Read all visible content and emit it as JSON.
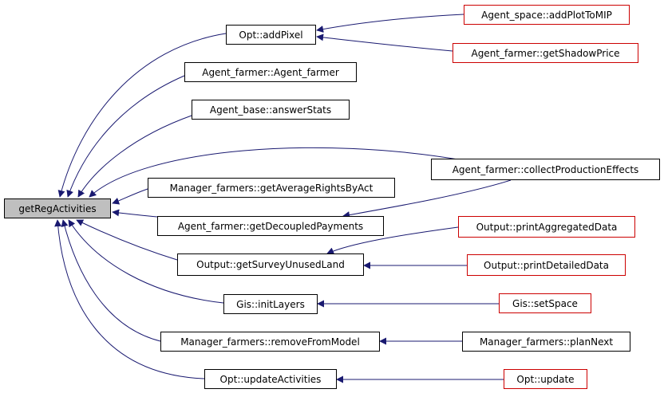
{
  "graph": {
    "root": "getRegActivities",
    "colors": {
      "edge": "#191970",
      "border_default": "#000000",
      "border_truncated": "#cc0000",
      "root_fill": "#bfbfbf"
    },
    "nodes": {
      "root": "getRegActivities",
      "opt_addpixel": "Opt::addPixel",
      "agent_farmer_ctor": "Agent_farmer::Agent_farmer",
      "agent_base_answerstats": "Agent_base::answerStats",
      "mgr_getaveragerights": "Manager_farmers::getAverageRightsByAct",
      "agent_getdecoupled": "Agent_farmer::getDecoupledPayments",
      "output_getsurvey": "Output::getSurveyUnusedLand",
      "gis_initlayers": "Gis::initLayers",
      "mgr_removefrommodel": "Manager_farmers::removeFromModel",
      "opt_updateactivities": "Opt::updateActivities",
      "agent_space_addplot": "Agent_space::addPlotToMIP",
      "agent_getshadowprice": "Agent_farmer::getShadowPrice",
      "agent_collectproduction": "Agent_farmer::collectProductionEffects",
      "output_printaggregated": "Output::printAggregatedData",
      "output_printdetailed": "Output::printDetailedData",
      "gis_setspace": "Gis::setSpace",
      "mgr_plannext": "Manager_farmers::planNext",
      "opt_update": "Opt::update"
    }
  }
}
